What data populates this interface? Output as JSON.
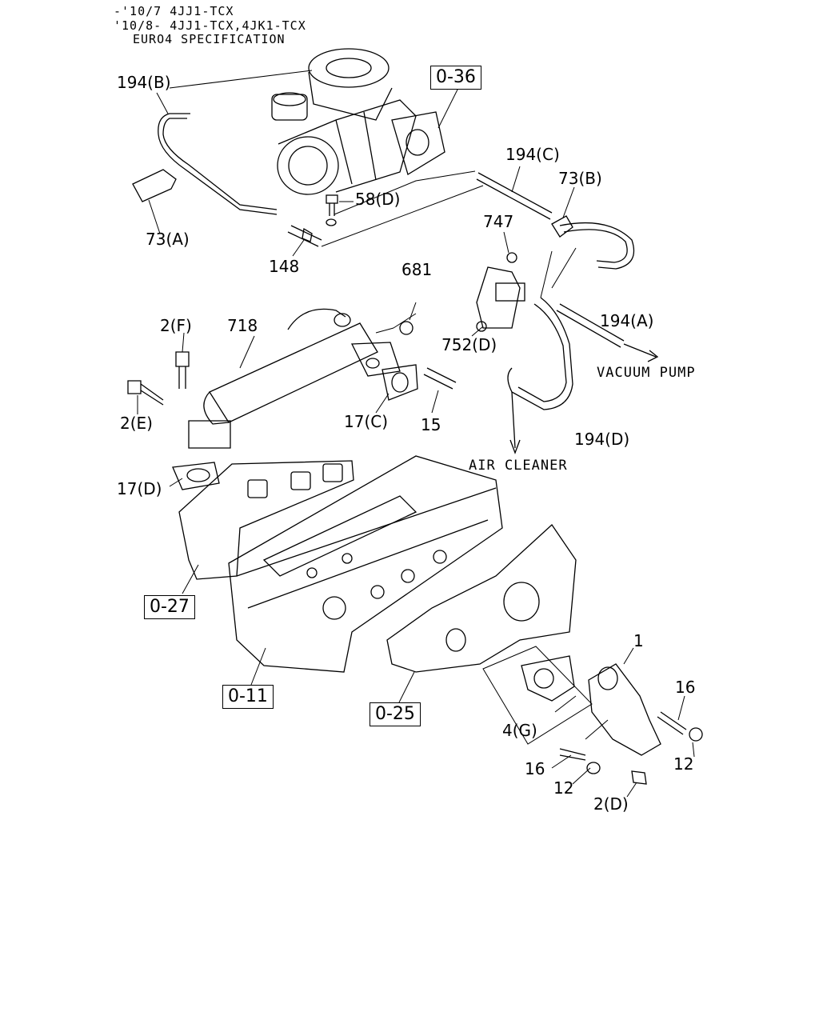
{
  "header": {
    "line1": "-'10/7 4JJ1-TCX",
    "line2": "'10/8- 4JJ1-TCX,4JK1-TCX",
    "line3": "EURO4 SPECIFICATION"
  },
  "labels": {
    "p194b": "194(B)",
    "p194c": "194(C)",
    "p194a": "194(A)",
    "p194d": "194(D)",
    "p73b": "73(B)",
    "p73a": "73(A)",
    "p58d": "58(D)",
    "p148": "148",
    "p747": "747",
    "p681": "681",
    "p752d": "752(D)",
    "p2f": "2(F)",
    "p718": "718",
    "p2e": "2(E)",
    "p17c": "17(C)",
    "p15": "15",
    "p17d": "17(D)",
    "p1": "1",
    "p16a": "16",
    "p16b": "16",
    "p4g": "4(G)",
    "p12a": "12",
    "p12b": "12",
    "p2d": "2(D)"
  },
  "notes": {
    "vacuum_pump": "VACUUM PUMP",
    "air_cleaner": "AIR CLEANER"
  },
  "refs": {
    "r036": "0-36",
    "r027": "0-27",
    "r011": "0-11",
    "r025": "0-25"
  }
}
